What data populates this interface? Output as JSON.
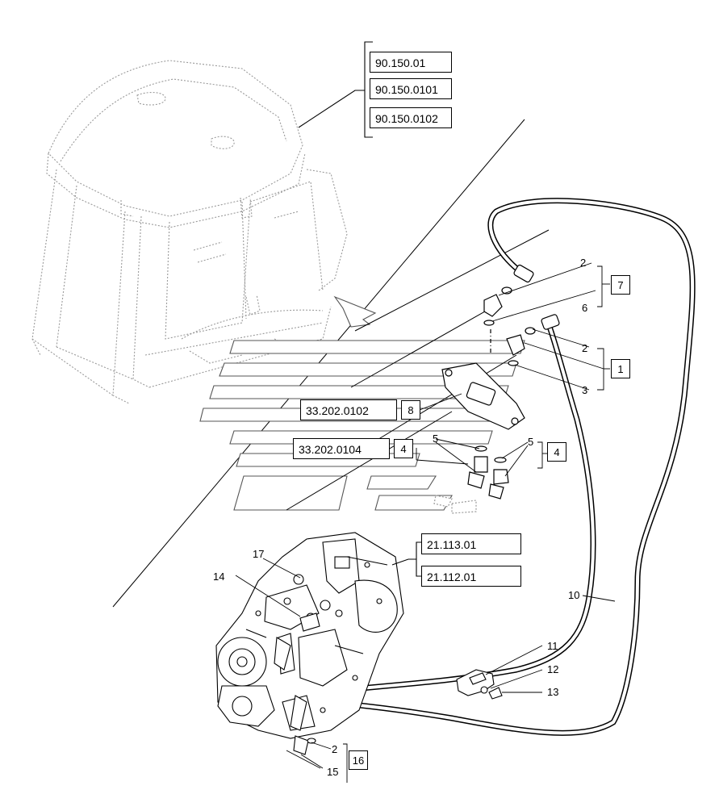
{
  "cab_refs": [
    "90.150.01",
    "90.150.0101",
    "90.150.0102"
  ],
  "valve_refs": [
    {
      "code": "33.202.0102",
      "qty": "8"
    },
    {
      "code": "33.202.0104",
      "qty": "4"
    }
  ],
  "trans_refs": [
    "21.113.01",
    "21.112.01"
  ],
  "kit_boxes": {
    "upper": "7",
    "middle": "1",
    "right": "4",
    "bottom": "16"
  },
  "callouts": {
    "c2a": "2",
    "c6": "6",
    "c2b": "2",
    "c3": "3",
    "c5a": "5",
    "c5b": "5",
    "c17": "17",
    "c14": "14",
    "c10": "10",
    "c11": "11",
    "c12": "12",
    "c13": "13",
    "c2c": "2",
    "c15": "15"
  }
}
